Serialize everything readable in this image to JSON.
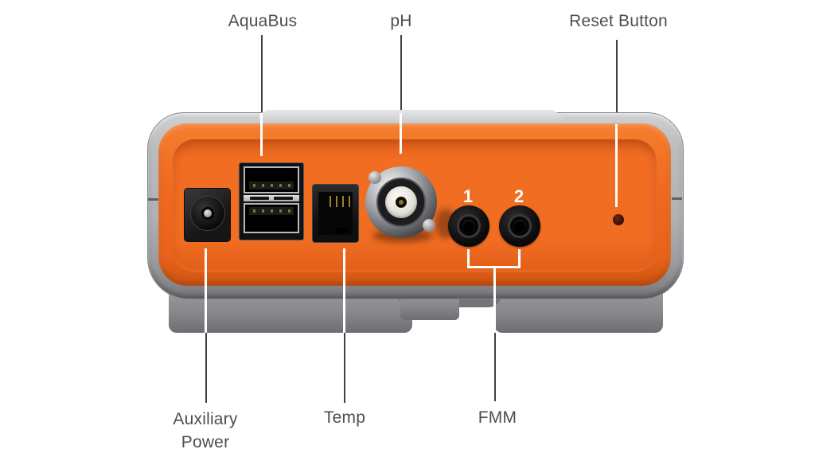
{
  "callouts": {
    "top": [
      {
        "label": "AquaBus"
      },
      {
        "label": "pH"
      },
      {
        "label": "Reset Button"
      }
    ],
    "bottom": [
      {
        "label_line1": "Auxiliary",
        "label_line2": "Power"
      },
      {
        "label": "Temp"
      },
      {
        "label": "FMM"
      }
    ]
  },
  "device": {
    "fmm_port_numbers": [
      "1",
      "2"
    ]
  },
  "colors": {
    "page_bg": "#ffffff",
    "label_text": "#4e4e50",
    "leader_dark": "#414143",
    "leader_light": "#ffffff",
    "orange_face": "#ef6a1e",
    "bezel_silver": "#b4b5b7",
    "base_gray": "#85868a"
  }
}
